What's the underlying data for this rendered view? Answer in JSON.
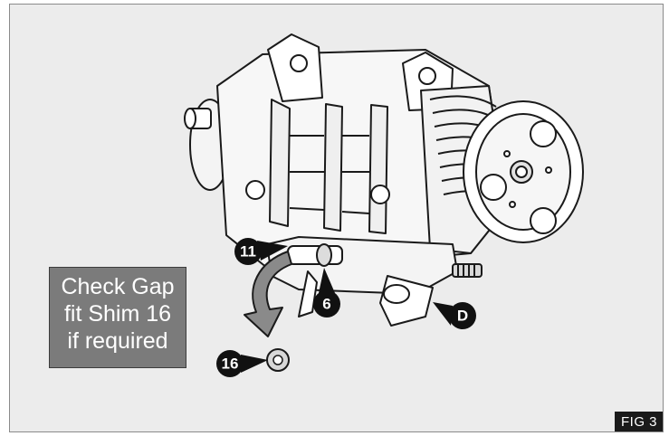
{
  "callouts": {
    "part_11": "11",
    "part_6": "6",
    "part_16": "16",
    "part_d": "D"
  },
  "note": {
    "line1": "Check Gap",
    "line2": "fit Shim 16",
    "line3": "if required"
  },
  "figure_label": "FIG 3",
  "colors": {
    "panel": "#ececec",
    "note_box": "#7b7b7b",
    "callout": "#111111",
    "arrow": "#8a8a8a"
  }
}
